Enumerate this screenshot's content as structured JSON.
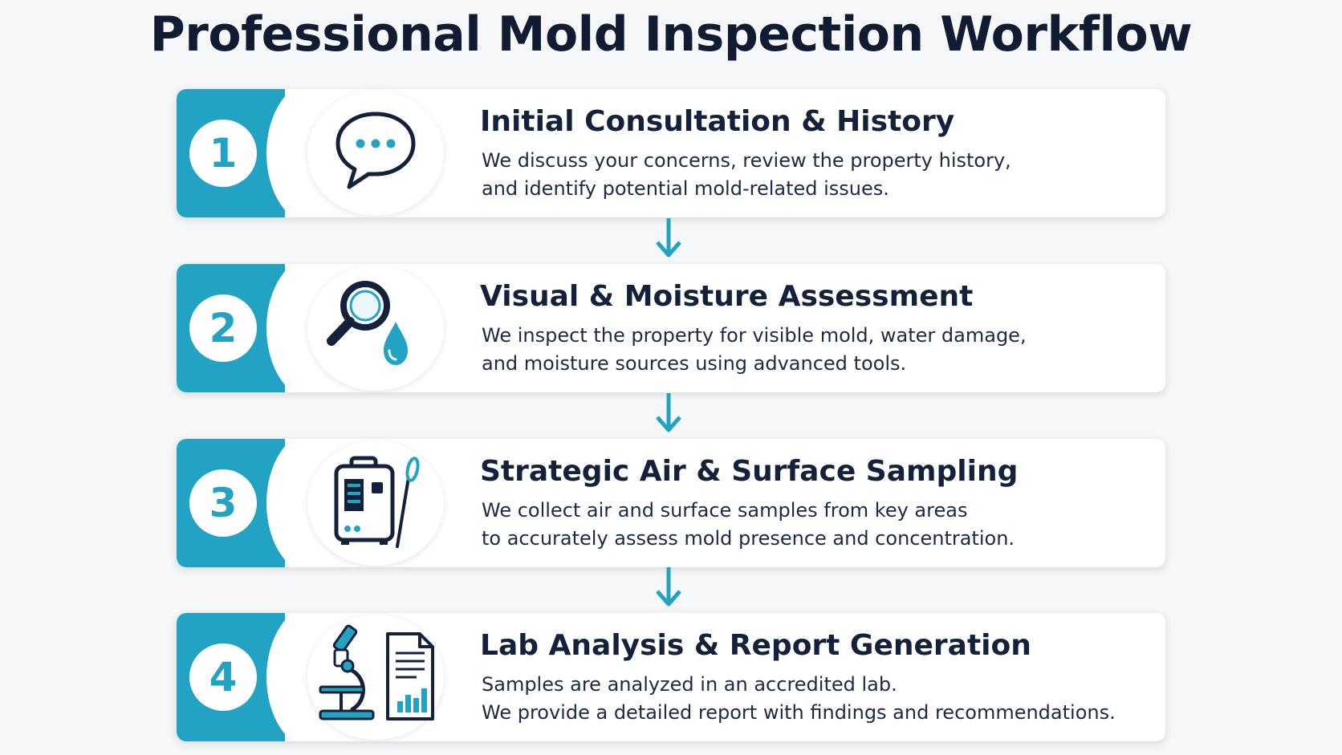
{
  "title": "Professional Mold Inspection Workflow",
  "colors": {
    "accent": "#22a3c4",
    "text": "#14213a",
    "background": "#f6f7f8"
  },
  "steps": [
    {
      "number": "1",
      "icon": "chat-bubble-icon",
      "title": "Initial Consultation & History",
      "lines": [
        "We discuss your concerns, review the property history,",
        "and identify potential mold-related issues."
      ]
    },
    {
      "number": "2",
      "icon": "magnifier-water-drop-icon",
      "title": "Visual & Moisture Assessment",
      "lines": [
        "We inspect the property for visible mold, water damage,",
        "and moisture sources using advanced tools."
      ]
    },
    {
      "number": "3",
      "icon": "air-sampler-swab-icon",
      "title": "Strategic Air & Surface Sampling",
      "lines": [
        "We collect air and surface samples from key areas",
        "to accurately assess mold presence and concentration."
      ]
    },
    {
      "number": "4",
      "icon": "microscope-report-icon",
      "title": "Lab Analysis & Report Generation",
      "lines": [
        "Samples are analyzed in an accredited lab.",
        "We provide a detailed report with findings and recommendations."
      ]
    }
  ]
}
